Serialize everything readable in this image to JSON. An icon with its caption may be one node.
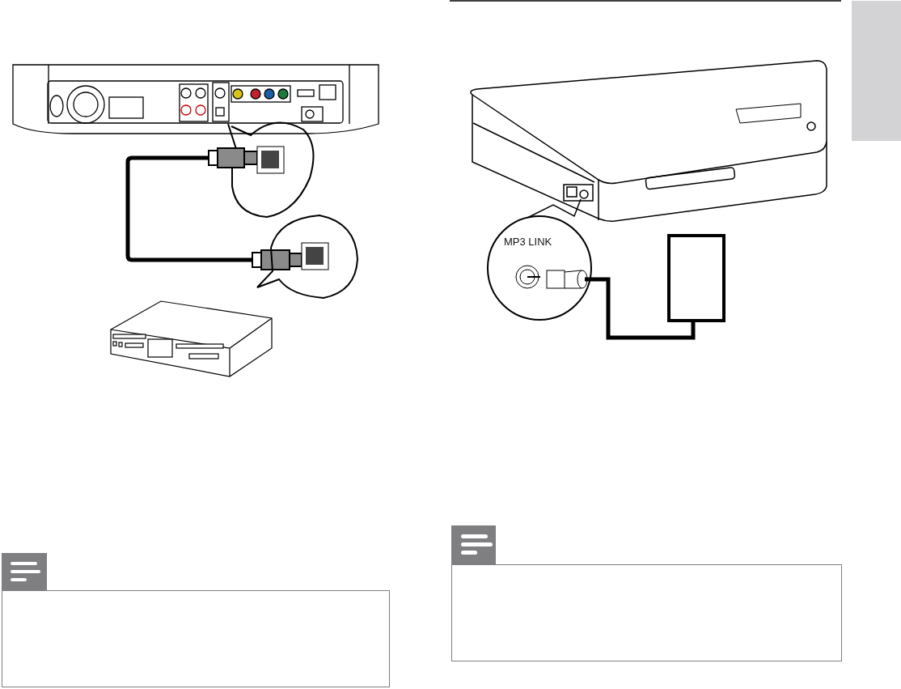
{
  "diagram": {
    "nodes": [
      {
        "text": [],
        "shape": "box"
      },
      {
        "text": [],
        "shape": "box"
      },
      {
        "text": [],
        "shape": "box"
      }
    ],
    "labels": [
      "MP3 LINK"
    ]
  }
}
